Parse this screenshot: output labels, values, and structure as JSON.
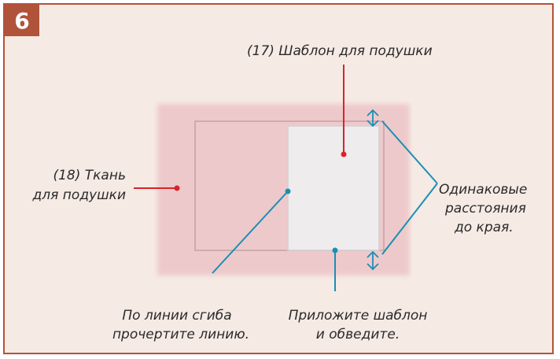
{
  "step": {
    "number": "6"
  },
  "labels": {
    "template": "(17) Шаблон для подушки",
    "fabric_line1": "(18) Ткань",
    "fabric_line2": "для подушки",
    "equal_line1": "Одинаковые",
    "equal_line2": "расстояния",
    "equal_line3": "до края.",
    "fold_line1": "По линии сгиба",
    "fold_line2": "прочертите линию.",
    "trace_line1": "Приложите шаблон",
    "trace_line2": "и обведите."
  },
  "colors": {
    "frame": "#b1533a",
    "background": "#f5eae4",
    "fabric": "#eec4c6",
    "template": "#eeeced",
    "red_leader": "#d8232a",
    "blue_leader": "#1a8fb5"
  }
}
